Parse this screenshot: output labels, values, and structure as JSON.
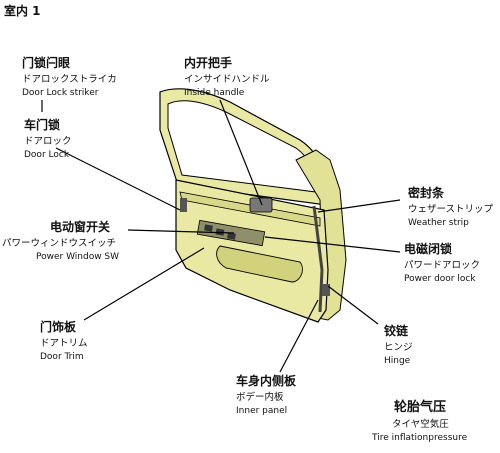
{
  "page": {
    "title": "室内 1"
  },
  "labels": {
    "door_lock_striker": {
      "zh": "门锁闩眼",
      "ja": "ドアロックストライカ",
      "en": "Door Lock striker"
    },
    "door_lock": {
      "zh": "车门锁",
      "ja": "ドアロック",
      "en": "Door Lock"
    },
    "inside_handle": {
      "zh": "内开把手",
      "ja": "インサイドハンドル",
      "en": "Inside handle"
    },
    "power_window_sw": {
      "zh": "电动窗开关",
      "ja": "パワーウィンドウスイッチ",
      "en": "Power Window SW"
    },
    "weather_strip": {
      "zh": "密封条",
      "ja": "ウェザーストリップ",
      "en": "Weather strip"
    },
    "power_door_lock": {
      "zh": "电磁闭锁",
      "ja": "パワードアロック",
      "en": "Power door lock"
    },
    "door_trim": {
      "zh": "门饰板",
      "ja": "ドアトリム",
      "en": "Door Trim"
    },
    "hinge": {
      "zh": "铰链",
      "ja": "ヒンジ",
      "en": "Hinge"
    },
    "inner_panel": {
      "zh": "车身内侧板",
      "ja": "ボデー内板",
      "en": "Inner panel"
    },
    "tire_pressure": {
      "zh": "轮胎气压",
      "ja": "タイヤ空気圧",
      "en": "Tire inflationpressure"
    }
  },
  "colors": {
    "door_fill": "#e9e9a4",
    "door_shade": "#d2d27c",
    "line": "#000000"
  }
}
